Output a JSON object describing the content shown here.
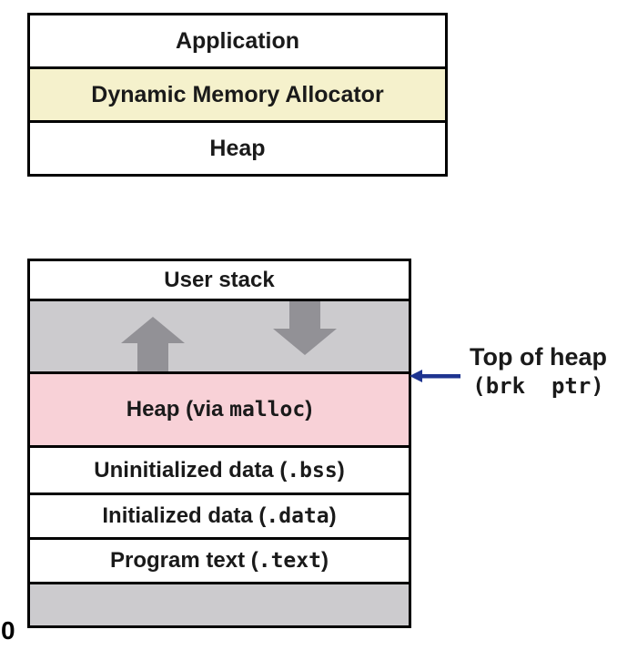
{
  "colors": {
    "allocator_highlight": "#f5f1cc",
    "heap_fill": "#f8d1d7",
    "growth_region_fill": "#cccbce",
    "growth_arrow": "#929196",
    "brk_arrow": "#1e3490",
    "border": "#000000"
  },
  "allocator_stack": {
    "rows": [
      {
        "label": "Application"
      },
      {
        "label": "Dynamic Memory Allocator"
      },
      {
        "label": "Heap"
      }
    ]
  },
  "memory_map": {
    "user_stack_label": "User stack",
    "heap_row": {
      "prefix": "Heap (via ",
      "mono": "malloc",
      "suffix": ")"
    },
    "bss_row": {
      "prefix": "Uninitialized data (",
      "mono": ".bss",
      "suffix": ")"
    },
    "data_row": {
      "prefix": "Initialized data (",
      "mono": ".data",
      "suffix": ")"
    },
    "text_row": {
      "prefix": "Program text (",
      "mono": ".text",
      "suffix": ")"
    },
    "origin_label": "0"
  },
  "annotations": {
    "top_of_heap": "Top of heap",
    "brk_ptr": "(brk  ptr)"
  }
}
